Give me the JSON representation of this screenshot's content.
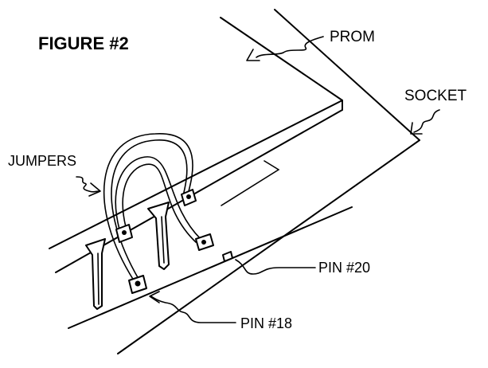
{
  "figure": {
    "title": "FIGURE #2",
    "labels": {
      "prom": "PROM",
      "socket": "SOCKET",
      "jumpers": "JUMPERS",
      "pin20": "PIN #20",
      "pin18": "PIN #18"
    }
  }
}
